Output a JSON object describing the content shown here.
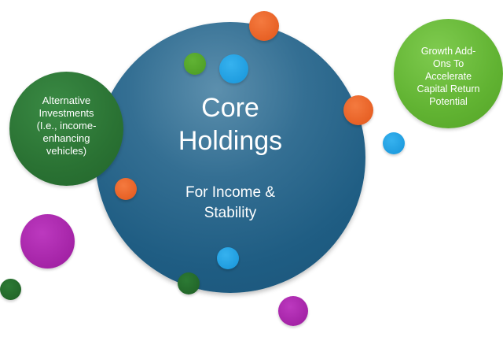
{
  "core": {
    "title": "Core\nHoldings",
    "subtitle": "For Income &\nStability"
  },
  "alternative": {
    "text": "Alternative\nInvestments\n(I.e., income-\nenhancing\nvehicles)"
  },
  "growth": {
    "text": "Growth Add-\nOns To\nAccelerate\nCapital Return\nPotential"
  },
  "colors": {
    "core": "#1f5d83",
    "alternative": "#2a7233",
    "growth": "#61b332",
    "orange": "#e8622a",
    "blue": "#1da1e2",
    "purple": "#a826ab"
  }
}
